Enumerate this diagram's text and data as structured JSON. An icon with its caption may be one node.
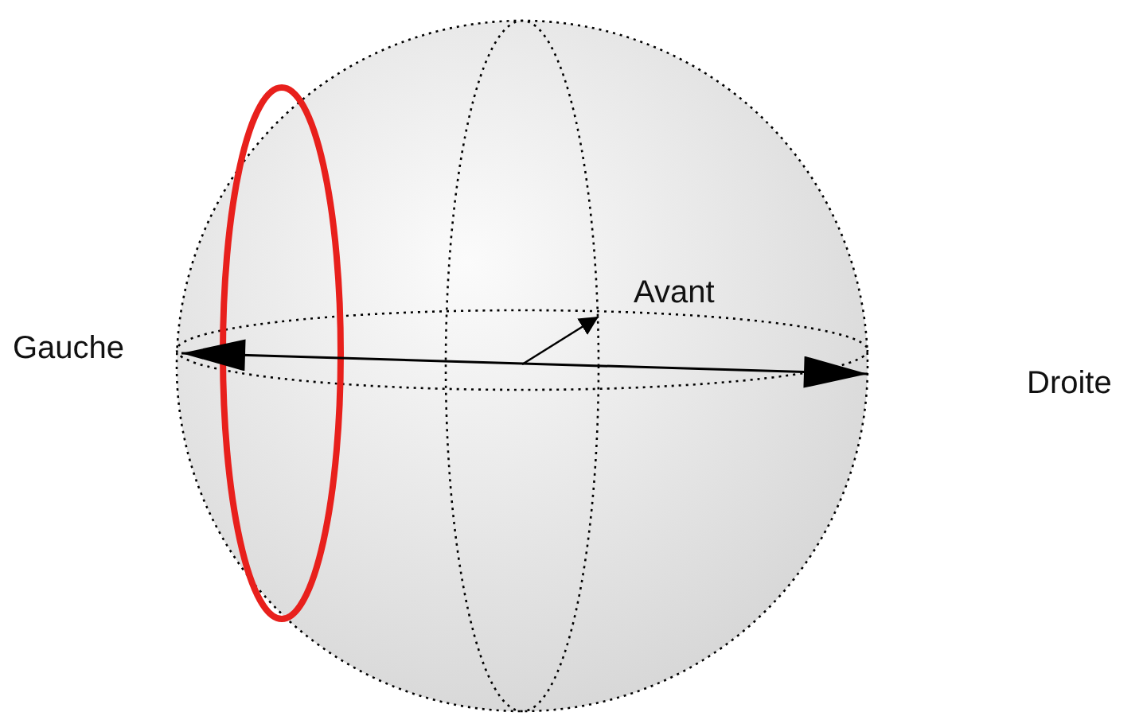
{
  "diagram": {
    "labels": [
      "Avant",
      "Gauche",
      "Droite"
    ]
  }
}
